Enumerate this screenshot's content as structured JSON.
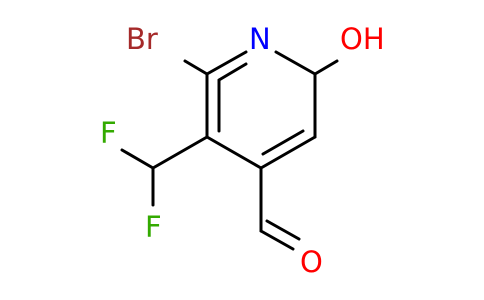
{
  "molecule": {
    "atoms": {
      "br": {
        "label": "Br",
        "color": "#a52a2a"
      },
      "n": {
        "label": "N",
        "color": "#0000ff"
      },
      "oh": {
        "label": "OH",
        "color": "#ff0000"
      },
      "f_top": {
        "label": "F",
        "color": "#33aa00"
      },
      "f_bottom": {
        "label": "F",
        "color": "#33aa00"
      },
      "o_aldehyde": {
        "label": "O",
        "color": "#ff0000"
      }
    },
    "bond_color": "#000000"
  }
}
